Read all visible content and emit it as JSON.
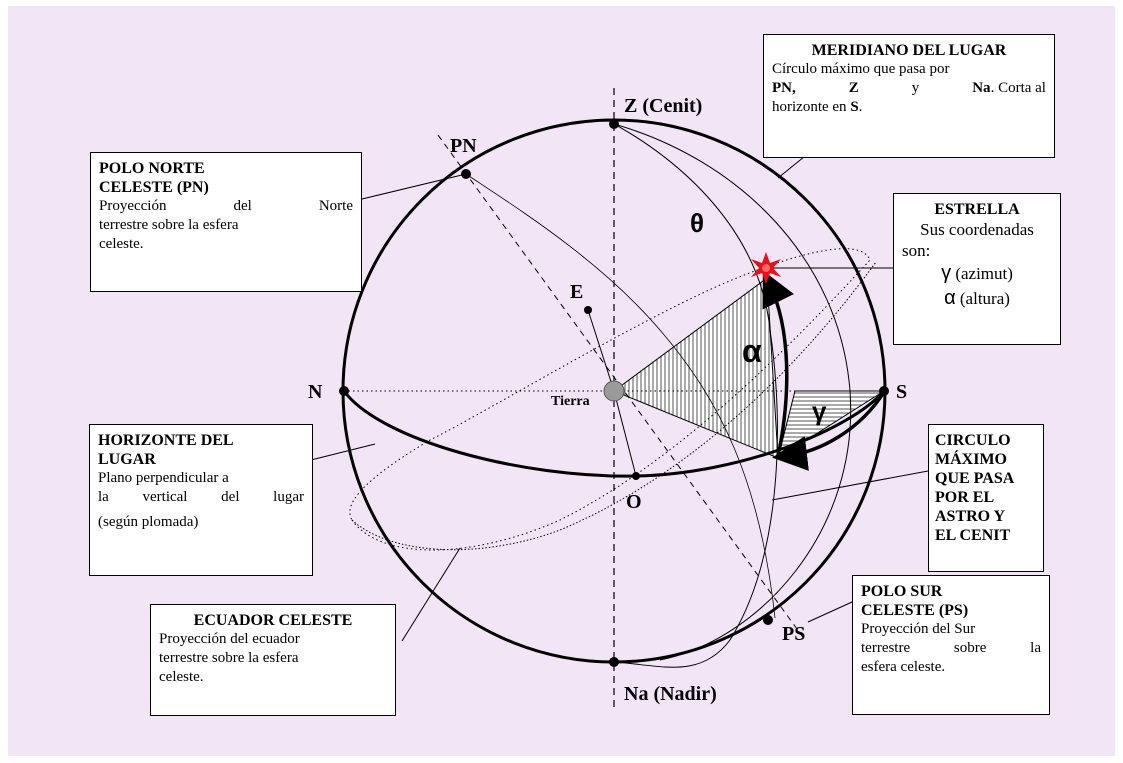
{
  "points": {
    "zenith": "Z (Cenit)",
    "nadir": "Na (Nadir)",
    "north_pole": "PN",
    "south_pole": "PS",
    "north": "N",
    "south": "S",
    "east": "E",
    "west": "O",
    "earth": "Tierra"
  },
  "angles": {
    "theta": "θ",
    "alpha": "α",
    "gamma": "γ"
  },
  "boxes": {
    "meridiano": {
      "title": "MERIDIANO DEL LUGAR",
      "line1": "Círculo máximo que pasa por",
      "line2_a": "PN,",
      "line2_b": "Z",
      "line2_c": "y",
      "line2_d": "Na",
      "line2_e": ". Corta al",
      "line3_a": "horizonte en",
      "line3_b": "S",
      "line3_c": "."
    },
    "polo_norte": {
      "title1": "POLO NORTE",
      "title2": "CELESTE (PN)",
      "line1": "Proyección del Norte",
      "line2": "terrestre sobre la esfera",
      "line3": "celeste."
    },
    "estrella": {
      "title": "ESTRELLA",
      "line1": "Sus coordenadas",
      "line2": "son:",
      "gamma_symbol": "γ",
      "gamma_text": "(azimut)",
      "alpha_symbol": "α",
      "alpha_text": "(altura)"
    },
    "horizonte": {
      "title1": "HORIZONTE DEL",
      "title2": "LUGAR",
      "line1": "Plano perpendicular a",
      "line2": "la vertical del lugar",
      "line3": "(según plomada)"
    },
    "circulo": {
      "line1": "CIRCULO",
      "line2": "MÁXIMO",
      "line3": "QUE PASA",
      "line4": "POR EL",
      "line5": "ASTRO Y",
      "line6": "EL CENIT"
    },
    "ecuador": {
      "title": "ECUADOR CELESTE",
      "line1": "Proyección del ecuador",
      "line2": "terrestre sobre la esfera",
      "line3": "celeste."
    },
    "polo_sur": {
      "title1": "POLO SUR",
      "title2": "CELESTE (PS)",
      "line1": "Proyección del Sur",
      "line2": "terrestre sobre la",
      "line3": "esfera celeste."
    }
  },
  "colors": {
    "background": "#f1e5f6",
    "star": "#e8101a",
    "earth": "#9a9a9a",
    "lines": "#000000"
  }
}
